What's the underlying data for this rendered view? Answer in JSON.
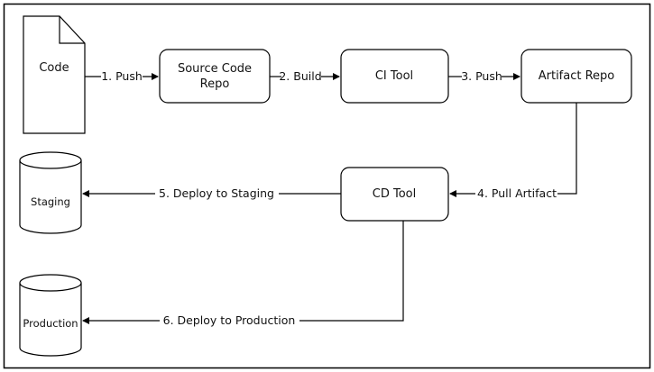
{
  "diagram": {
    "nodes": {
      "code": "Code",
      "source_repo_line1": "Source Code",
      "source_repo_line2": "Repo",
      "ci_tool": "CI Tool",
      "artifact_repo": "Artifact Repo",
      "cd_tool": "CD Tool",
      "staging": "Staging",
      "production": "Production"
    },
    "edges": {
      "push1": "1. Push",
      "build": "2. Build",
      "push3": "3. Push",
      "pull_artifact": "4. Pull Artifact",
      "deploy_staging": "5. Deploy to Staging",
      "deploy_production": "6. Deploy to Production"
    }
  }
}
